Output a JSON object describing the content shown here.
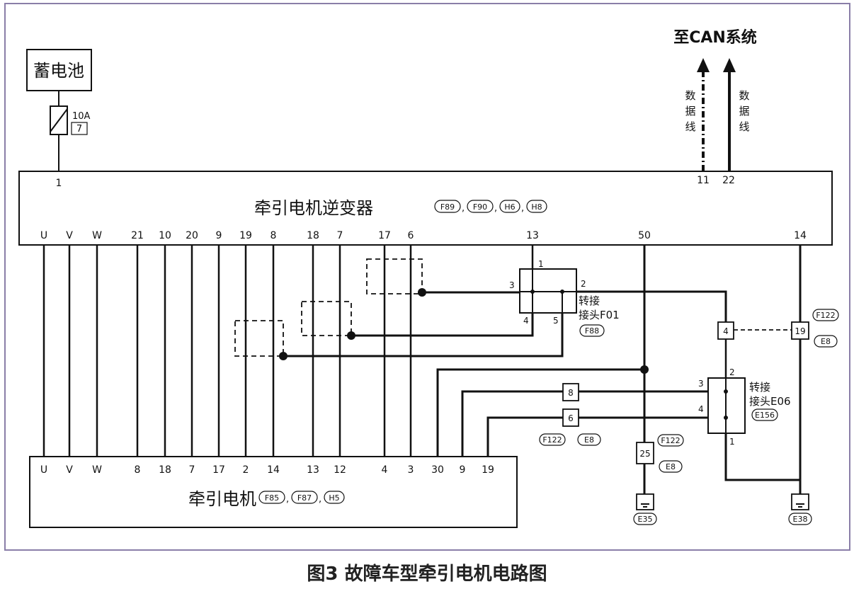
{
  "colors": {
    "frame": "#8a7ea8",
    "line": "#111111",
    "background": "#ffffff"
  },
  "battery": {
    "label": "蓄电池"
  },
  "fuse": {
    "rating": "10A",
    "number": "7",
    "inverter_pin": "1"
  },
  "can": {
    "title": "至CAN系统",
    "line_label": "数据线",
    "pin_left": "11",
    "pin_right": "22"
  },
  "inverter": {
    "name": "牵引电机逆变器",
    "connectors": [
      "F89",
      "F90",
      "H6",
      "H8"
    ],
    "pins": [
      "U",
      "V",
      "W",
      "21",
      "10",
      "20",
      "9",
      "19",
      "8",
      "18",
      "7",
      "17",
      "6",
      "13",
      "50",
      "14"
    ]
  },
  "motor": {
    "name": "牵引电机",
    "connectors": [
      "F85",
      "F87",
      "H5"
    ],
    "pins": [
      "U",
      "V",
      "W",
      "8",
      "18",
      "7",
      "17",
      "2",
      "14",
      "13",
      "12",
      "4",
      "3",
      "30",
      "9",
      "19"
    ]
  },
  "joint_f01": {
    "line1": "转接",
    "line2": "接头F01",
    "connector": "F88",
    "pins": [
      "1",
      "2",
      "3",
      "4",
      "5"
    ]
  },
  "joint_e06": {
    "line1": "转接",
    "line2": "接头E06",
    "connector": "E156",
    "pins": [
      "1",
      "2",
      "3",
      "4"
    ]
  },
  "connectors": {
    "c4": {
      "number": "4"
    },
    "c19": {
      "number": "19",
      "tag_top": "F122",
      "tag_bottom": "E8"
    },
    "c8": {
      "number": "8"
    },
    "c6": {
      "number": "6",
      "tag_left": "F122",
      "tag_right": "E8"
    },
    "c25": {
      "number": "25",
      "tag_top": "F122",
      "tag_bottom": "E8"
    }
  },
  "grounds": {
    "left": "E35",
    "right": "E38"
  },
  "caption": "图3 故障车型牵引电机电路图"
}
